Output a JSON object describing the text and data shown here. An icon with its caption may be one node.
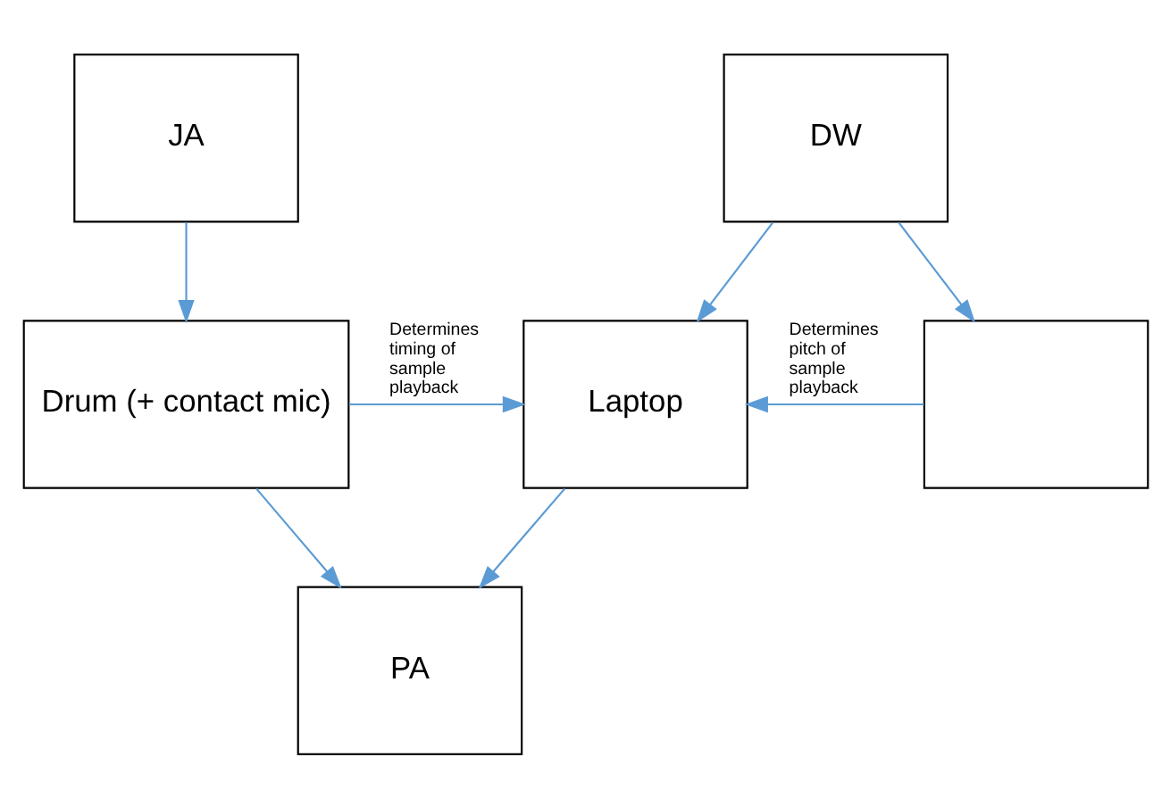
{
  "diagram": {
    "nodes": [
      {
        "text": [
          "JA"
        ]
      },
      {
        "text": [
          "DW"
        ]
      },
      {
        "text": [
          "Drum (+ contact mic)"
        ]
      },
      {
        "text": [
          "Laptop"
        ]
      },
      {
        "text": [],
        "shape": "box"
      },
      {
        "text": [
          "PA"
        ]
      }
    ],
    "edges": [
      {
        "from": 0,
        "to": 2,
        "arrow": "to"
      },
      {
        "from": 1,
        "to": 3,
        "arrow": "to"
      },
      {
        "from": 1,
        "to": 4,
        "arrow": "to"
      },
      {
        "from": 2,
        "to": 3,
        "arrow": "to",
        "label": "Determines timing of sample playback"
      },
      {
        "from": 4,
        "to": 3,
        "arrow": "to",
        "label": "Determines pitch of sample playback"
      },
      {
        "from": 2,
        "to": 5,
        "arrow": "to"
      },
      {
        "from": 3,
        "to": 5,
        "arrow": "to"
      }
    ]
  }
}
